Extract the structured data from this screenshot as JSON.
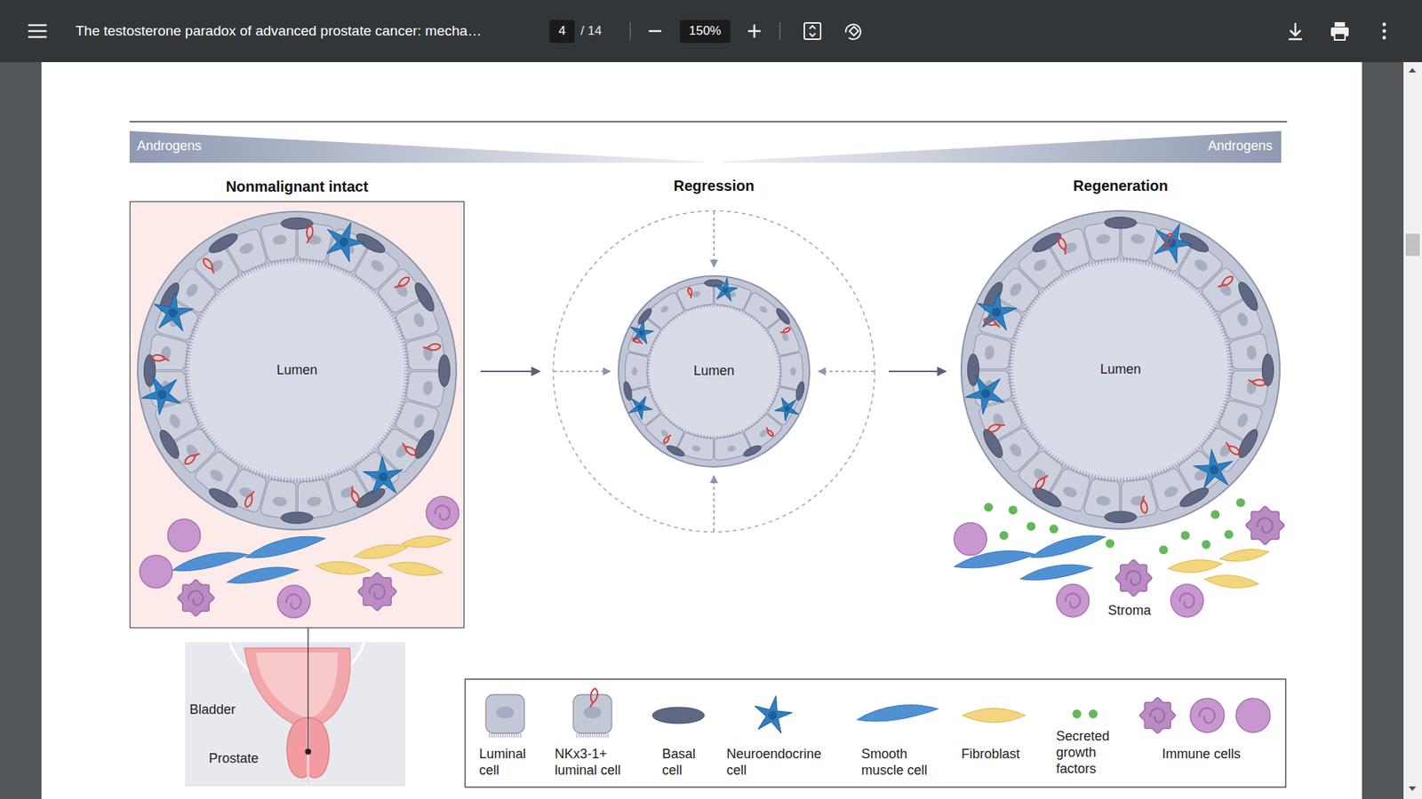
{
  "diagram": {
    "nodes": [
      {
        "text": [
          "4"
        ]
      },
      {
        "text": [
          "150%"
        ]
      },
      {
        "text": [
          "Androgens",
          "Androgens"
        ]
      },
      {
        "text": [
          "Nonmalignant intact"
        ]
      },
      {
        "text": [
          "Lumen"
        ],
        "in": 3
      },
      {
        "text": [
          "Regression"
        ]
      },
      {
        "text": [
          "Lumen"
        ],
        "in": 5
      },
      {
        "text": [
          "Regeneration",
          "Lumen"
        ]
      },
      {
        "text": [
          "Bladder",
          "Prostate"
        ]
      }
    ],
    "edges": [
      {
        "from": 3,
        "to": 5,
        "arrow": "to"
      },
      {
        "from": 5,
        "to": 6,
        "arrow": "to"
      },
      {
        "from": 5,
        "to": 6,
        "arrow": "to"
      },
      {
        "from": 5,
        "to": 6,
        "arrow": "to"
      },
      {
        "from": 5,
        "to": 6,
        "arrow": "to"
      },
      {
        "from": 5,
        "to": 7,
        "arrow": "to"
      },
      {
        "from": 3,
        "to": 8,
        "arrow": "none"
      }
    ],
    "labels": [
      "The testosterone paradox of advanced prostate cancer: mecha…",
      "/ 14",
      "Stroma"
    ],
    "legend": [
      {
        "text": "Luminal cell"
      },
      {
        "text": "NKx3-1+ luminal cell"
      },
      {
        "text": "Basal cell"
      },
      {
        "text": "Neuroendocrine cell"
      },
      {
        "text": "Smooth muscle cell"
      },
      {
        "text": "Fibroblast"
      },
      {
        "text": "Secreted growth factors"
      },
      {
        "text": "Immune cells"
      }
    ]
  }
}
